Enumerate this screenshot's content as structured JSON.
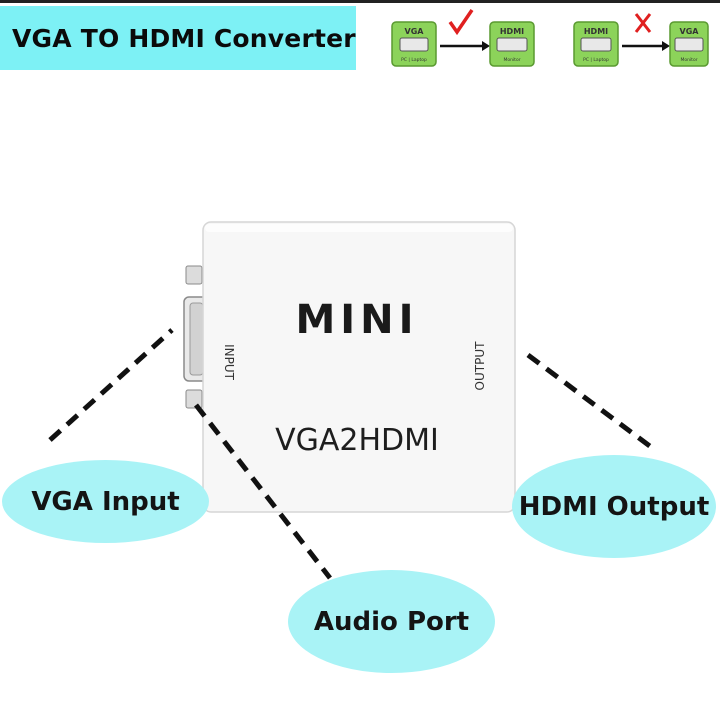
{
  "title": "VGA TO HDMI Converter",
  "diagram_ok": {
    "source_label": "VGA",
    "source_sub": "PC | Laptop",
    "target_label": "HDMI",
    "target_sub": "Monitor",
    "mark": "check-icon",
    "mark_color": "#e02020"
  },
  "diagram_bad": {
    "source_label": "HDMI",
    "source_sub": "PC | Laptop",
    "target_label": "VGA",
    "target_sub": "Monitor",
    "mark": "cross-icon",
    "mark_color": "#e02020"
  },
  "device": {
    "brand": "MINI",
    "model": "VGA2HDMI",
    "input_label": "INPUT",
    "output_label": "OUTPUT"
  },
  "callouts": {
    "vga_input": "VGA Input",
    "audio_port": "Audio Port",
    "hdmi_output": "HDMI Output"
  },
  "colors": {
    "banner": "#7df1f5",
    "bubble": "#a9f3f6",
    "box_green": "#8cd35a"
  }
}
